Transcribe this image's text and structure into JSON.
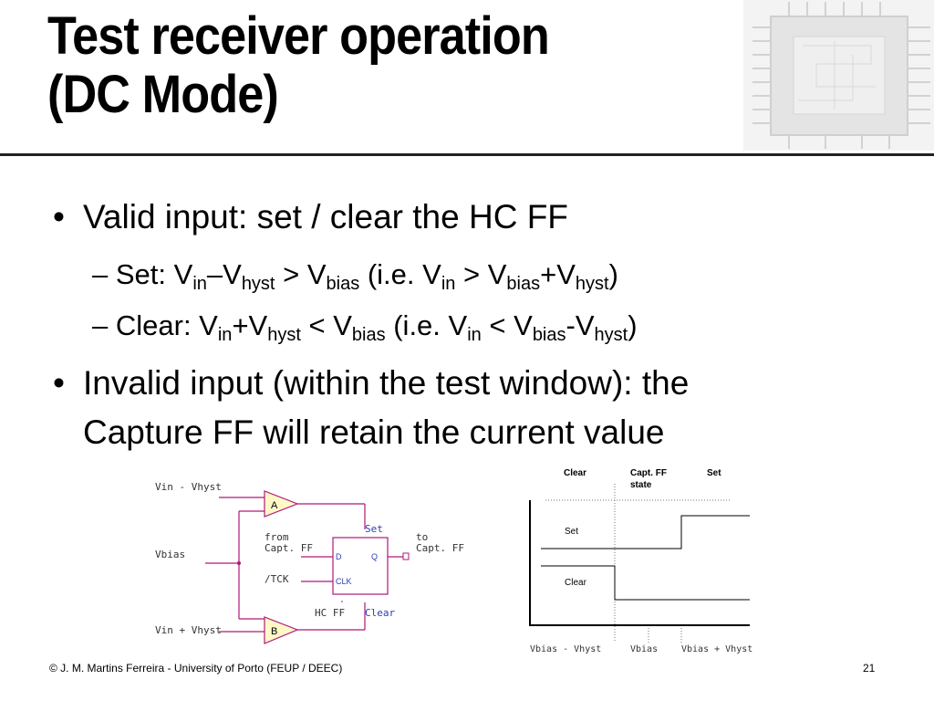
{
  "slide": {
    "title_line1": "Test receiver operation",
    "title_line2": "(DC Mode)",
    "bullet1": "Valid input: set / clear the HC FF",
    "set_item": {
      "prefix": "Set: ",
      "full": "Set: Vin–Vhyst > Vbias (i.e. Vin > Vbias+Vhyst)"
    },
    "clear_item": {
      "prefix": "Clear: ",
      "full": "Clear: Vin+Vhyst < Vbias (i.e. Vin < Vbias-Vhyst)"
    },
    "bullet2_line1": "Invalid input (within the test window): the",
    "bullet2_line2": "Capture FF will retain the current value"
  },
  "circuit": {
    "vin_minus": "Vin - Vhyst",
    "vbias": "Vbias",
    "vin_plus": "Vin + Vhyst",
    "comp_a": "A",
    "comp_b": "B",
    "from_capt1": "from",
    "from_capt2": "Capt. FF",
    "tck": "/TCK",
    "set": "Set",
    "clear": "Clear",
    "to_capt1": "to",
    "to_capt2": "Capt. FF",
    "hc_ff": "HC FF",
    "d": "D",
    "q": "Q",
    "clk": "CLK"
  },
  "timing": {
    "hdr_clear": "Clear",
    "hdr_capt1": "Capt. FF",
    "hdr_capt2": "state",
    "hdr_set": "Set",
    "label_set": "Set",
    "label_clear": "Clear",
    "x_left": "Vbias - Vhyst",
    "x_mid": "Vbias",
    "x_right": "Vbias + Vhyst"
  },
  "footer": {
    "left": "© J. M. Martins Ferreira - University of Porto (FEUP / DEEC)",
    "page": "21"
  },
  "colors": {
    "label_blue": "#2a3fb0",
    "wire_magenta": "#b0187a",
    "comparator_fill": "#fff9c8"
  }
}
